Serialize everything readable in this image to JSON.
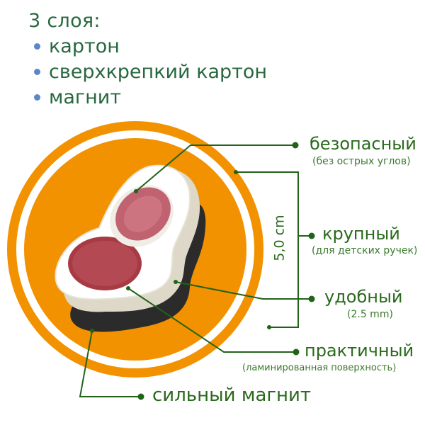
{
  "layers": {
    "title": "3 слоя:",
    "items": [
      "картон",
      "сверхкрепкий картон",
      "магнит"
    ]
  },
  "dimension": {
    "label": "5,0 cm"
  },
  "features": [
    {
      "title": "безопасный",
      "subtitle": "(без острых углов)"
    },
    {
      "title": "крупный",
      "subtitle": "(для детских ручек)"
    },
    {
      "title": "удобный",
      "subtitle": "(2.5 mm)"
    },
    {
      "title": "практичный",
      "subtitle": "(ламинированная поверхность)"
    },
    {
      "title": "сильный магнит"
    }
  ],
  "colors": {
    "orange": "#f39200",
    "green_line": "#22621a",
    "text_green": "#27683f",
    "bullet_blue": "#5b87c9"
  }
}
